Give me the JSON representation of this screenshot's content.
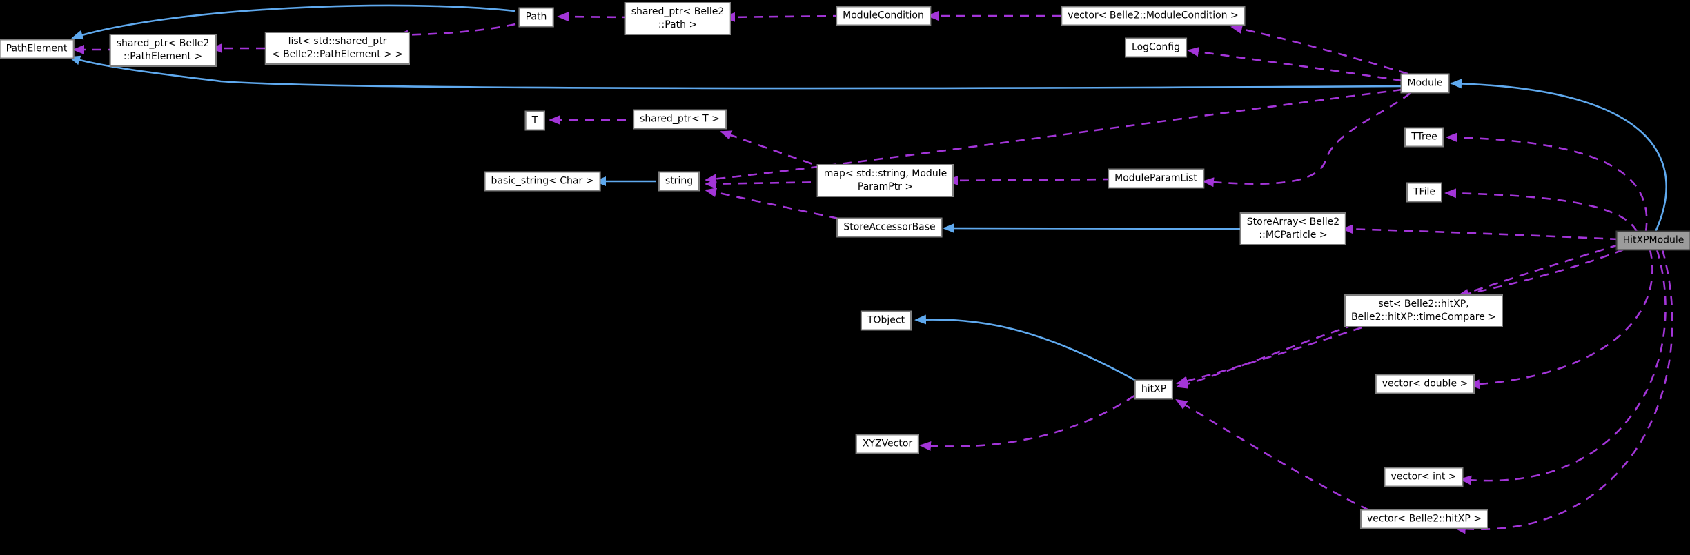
{
  "diagram": {
    "type": "doxygen-collaboration-graph",
    "focus_node": "HitXPModule",
    "colors": {
      "background": "#000000",
      "edge_inherit": "#5fa9ee",
      "edge_usage": "#a335d8",
      "node_bg": "#ffffff",
      "node_border": "#7d7d7d",
      "node_text": "#000000",
      "focus_bg": "#9c9c9c",
      "focus_border": "#3c3c3c"
    },
    "nodes": [
      {
        "id": "pathelement",
        "label": "PathElement"
      },
      {
        "id": "sp-pathelement",
        "label": "shared_ptr< Belle2\n::PathElement >"
      },
      {
        "id": "list-sp-pathelement",
        "label": "list< std::shared_ptr\n< Belle2::PathElement > >"
      },
      {
        "id": "path",
        "label": "Path"
      },
      {
        "id": "sp-path",
        "label": "shared_ptr< Belle2\n::Path >"
      },
      {
        "id": "modulecondition",
        "label": "ModuleCondition"
      },
      {
        "id": "vec-modulecondition",
        "label": "vector< Belle2::ModuleCondition >"
      },
      {
        "id": "logconfig",
        "label": "LogConfig"
      },
      {
        "id": "module",
        "label": "Module"
      },
      {
        "id": "t",
        "label": "T"
      },
      {
        "id": "sp-t",
        "label": "shared_ptr< T >"
      },
      {
        "id": "basic-string",
        "label": "basic_string< Char >"
      },
      {
        "id": "string",
        "label": "string"
      },
      {
        "id": "map-moduleparamptr",
        "label": "map< std::string, Module\nParamPtr >"
      },
      {
        "id": "moduleparamlist",
        "label": "ModuleParamList"
      },
      {
        "id": "ttree",
        "label": "TTree"
      },
      {
        "id": "tfile",
        "label": "TFile"
      },
      {
        "id": "storeaccessorbase",
        "label": "StoreAccessorBase"
      },
      {
        "id": "storearray-mcparticle",
        "label": "StoreArray< Belle2\n::MCParticle >"
      },
      {
        "id": "hitxpmodule",
        "label": "HitXPModule"
      },
      {
        "id": "set-hitxp",
        "label": "set< Belle2::hitXP,\nBelle2::hitXP::timeCompare >"
      },
      {
        "id": "tobject",
        "label": "TObject"
      },
      {
        "id": "hitxp",
        "label": "hitXP"
      },
      {
        "id": "vec-double",
        "label": "vector< double >"
      },
      {
        "id": "xyzvector",
        "label": "XYZVector"
      },
      {
        "id": "vec-int",
        "label": "vector< int >"
      },
      {
        "id": "vec-hitxp",
        "label": "vector< Belle2::hitXP >"
      }
    ],
    "edges": [
      {
        "from": "Path",
        "to": "PathElement",
        "type": "inheritance"
      },
      {
        "from": "Module",
        "to": "PathElement",
        "type": "inheritance"
      },
      {
        "from": "HitXPModule",
        "to": "Module",
        "type": "inheritance"
      },
      {
        "from": "string",
        "to": "basic_string< Char >",
        "type": "inheritance"
      },
      {
        "from": "StoreArray< Belle2::MCParticle >",
        "to": "StoreAccessorBase",
        "type": "inheritance"
      },
      {
        "from": "hitXP",
        "to": "TObject",
        "type": "inheritance"
      },
      {
        "from": "shared_ptr< Belle2::PathElement >",
        "to": "PathElement",
        "type": "usage"
      },
      {
        "from": "list< std::shared_ptr< Belle2::PathElement > >",
        "to": "shared_ptr< Belle2::PathElement >",
        "type": "usage"
      },
      {
        "from": "Path",
        "to": "list< std::shared_ptr< Belle2::PathElement > >",
        "type": "usage"
      },
      {
        "from": "shared_ptr< Belle2::Path >",
        "to": "Path",
        "type": "usage"
      },
      {
        "from": "ModuleCondition",
        "to": "shared_ptr< Belle2::Path >",
        "type": "usage"
      },
      {
        "from": "vector< Belle2::ModuleCondition >",
        "to": "ModuleCondition",
        "type": "usage"
      },
      {
        "from": "Module",
        "to": "vector< Belle2::ModuleCondition >",
        "type": "usage"
      },
      {
        "from": "Module",
        "to": "LogConfig",
        "type": "usage"
      },
      {
        "from": "Module",
        "to": "string",
        "type": "usage"
      },
      {
        "from": "Module",
        "to": "ModuleParamList",
        "type": "usage"
      },
      {
        "from": "ModuleParamList",
        "to": "map< std::string, ModuleParamPtr >",
        "type": "usage"
      },
      {
        "from": "map< std::string, ModuleParamPtr >",
        "to": "string",
        "type": "usage"
      },
      {
        "from": "map< std::string, ModuleParamPtr >",
        "to": "shared_ptr< T >",
        "type": "usage"
      },
      {
        "from": "shared_ptr< T >",
        "to": "T",
        "type": "usage"
      },
      {
        "from": "StoreAccessorBase",
        "to": "string",
        "type": "usage"
      },
      {
        "from": "HitXPModule",
        "to": "TTree",
        "type": "usage"
      },
      {
        "from": "HitXPModule",
        "to": "TFile",
        "type": "usage"
      },
      {
        "from": "HitXPModule",
        "to": "StoreArray< Belle2::MCParticle >",
        "type": "usage"
      },
      {
        "from": "HitXPModule",
        "to": "set< Belle2::hitXP, Belle2::hitXP::timeCompare >",
        "type": "usage"
      },
      {
        "from": "HitXPModule",
        "to": "vector< double >",
        "type": "usage"
      },
      {
        "from": "HitXPModule",
        "to": "vector< int >",
        "type": "usage"
      },
      {
        "from": "HitXPModule",
        "to": "vector< Belle2::hitXP >",
        "type": "usage"
      },
      {
        "from": "HitXPModule",
        "to": "hitXP",
        "type": "usage"
      },
      {
        "from": "set< Belle2::hitXP, Belle2::hitXP::timeCompare >",
        "to": "hitXP",
        "type": "usage"
      },
      {
        "from": "vector< Belle2::hitXP >",
        "to": "hitXP",
        "type": "usage"
      },
      {
        "from": "hitXP",
        "to": "XYZVector",
        "type": "usage"
      }
    ]
  }
}
